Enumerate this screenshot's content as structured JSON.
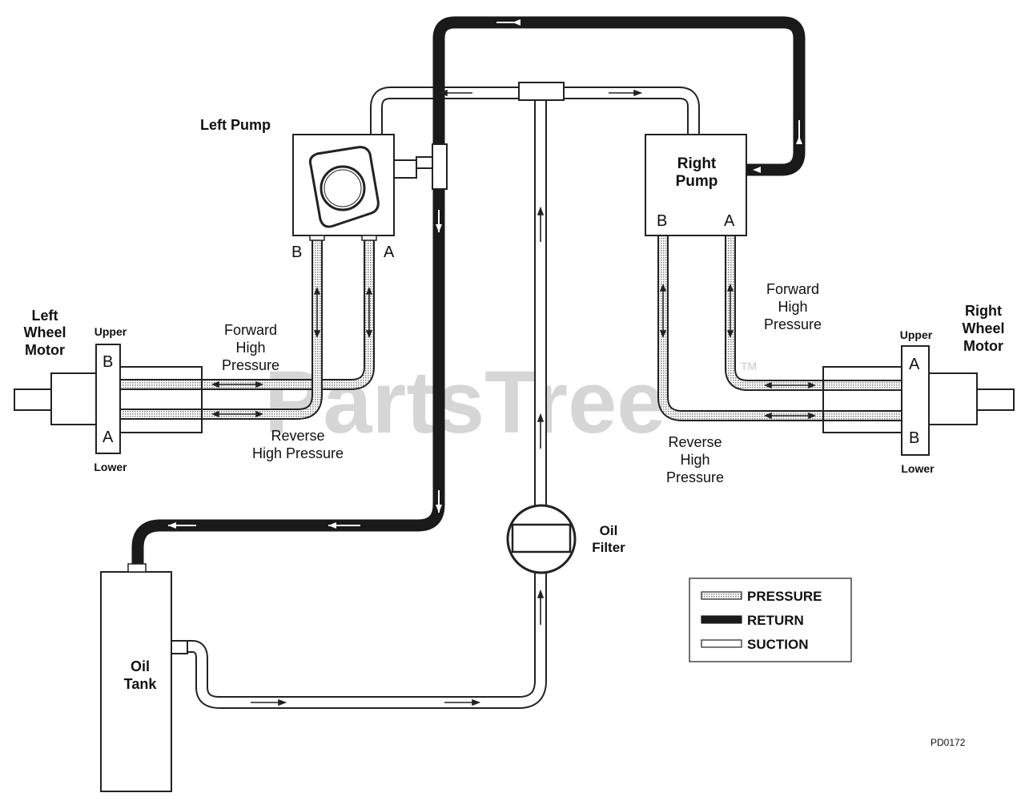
{
  "watermark": {
    "text": "PartsTree",
    "tm": "TM"
  },
  "components": {
    "left_pump": {
      "label": "Left Pump",
      "port_b": "B",
      "port_a": "A"
    },
    "right_pump": {
      "label_line1": "Right",
      "label_line2": "Pump",
      "port_b": "B",
      "port_a": "A"
    },
    "left_wheel_motor": {
      "label_line1": "Left",
      "label_line2": "Wheel",
      "label_line3": "Motor",
      "upper": "Upper",
      "lower": "Lower",
      "port_b": "B",
      "port_a": "A"
    },
    "right_wheel_motor": {
      "label_line1": "Right",
      "label_line2": "Wheel",
      "label_line3": "Motor",
      "upper": "Upper",
      "lower": "Lower",
      "port_a": "A",
      "port_b": "B"
    },
    "oil_filter": {
      "label_line1": "Oil",
      "label_line2": "Filter"
    },
    "oil_tank": {
      "label_line1": "Oil",
      "label_line2": "Tank"
    }
  },
  "annotations": {
    "left_forward": [
      "Forward",
      "High",
      "Pressure"
    ],
    "left_reverse": [
      "Reverse",
      "High Pressure"
    ],
    "right_forward": [
      "Forward",
      "High",
      "Pressure"
    ],
    "right_reverse": [
      "Reverse",
      "High",
      "Pressure"
    ]
  },
  "legend": {
    "items": [
      {
        "key": "pressure",
        "label": "PRESSURE"
      },
      {
        "key": "return",
        "label": "RETURN"
      },
      {
        "key": "suction",
        "label": "SUCTION"
      }
    ]
  },
  "diagram_id": "PD0172",
  "colors": {
    "return": "#1a1a1a",
    "pressure_fill": "#cfcfcf",
    "line": "#222222"
  }
}
